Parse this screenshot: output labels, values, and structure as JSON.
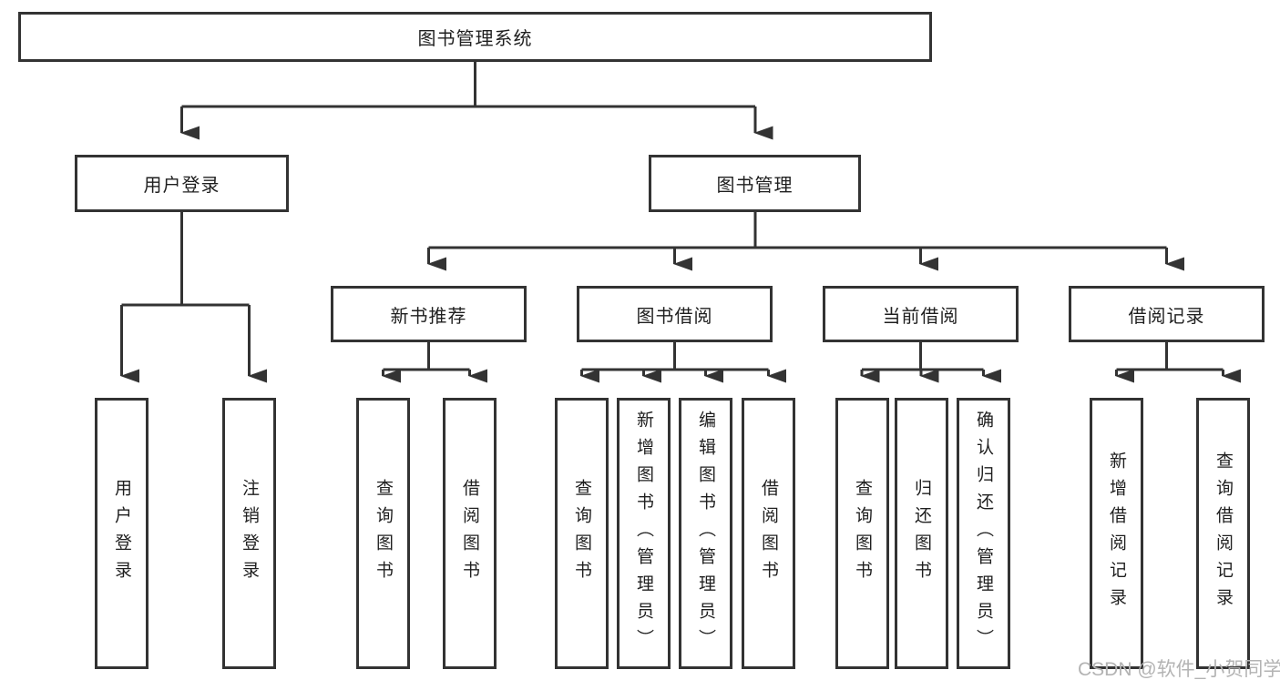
{
  "diagram": {
    "root": "图书管理系统",
    "level2": [
      "用户登录",
      "图书管理"
    ],
    "level3": [
      "新书推荐",
      "图书借阅",
      "当前借阅",
      "借阅记录"
    ],
    "leaves": {
      "user_login": [
        "用户登录",
        "注销登录"
      ],
      "new_book": [
        "查询图书",
        "借阅图书"
      ],
      "borrow": [
        "查询图书",
        "新增图书（管理员）",
        "编辑图书（管理员）",
        "借阅图书"
      ],
      "current": [
        "查询图书",
        "归还图书",
        "确认归还（管理员）"
      ],
      "record": [
        "新增借阅记录",
        "查询借阅记录"
      ]
    }
  },
  "watermark": "CSDN @软件_小贺同学",
  "colors": {
    "line": "#333333",
    "text": "#1f1f1f",
    "watermark": "#b3b3b3"
  }
}
